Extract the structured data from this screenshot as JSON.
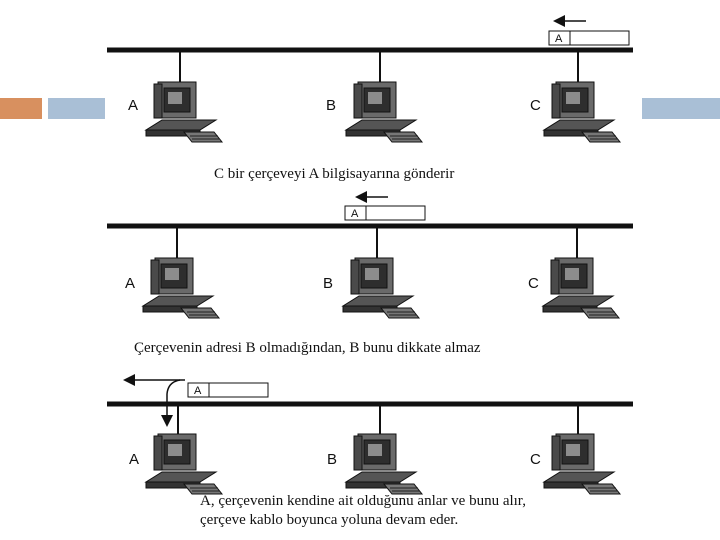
{
  "colors": {
    "accent_orange": "#d8905f",
    "accent_blue": "#a9bfd6",
    "cable": "#111111"
  },
  "icons": {
    "computer": "computer-icon",
    "arrow": "arrow-left-icon"
  },
  "panels": [
    {
      "computers": [
        "A",
        "B",
        "C"
      ],
      "frame_address": "A",
      "caption": "C bir çerçeveyi A bilgisayarına gönderir"
    },
    {
      "computers": [
        "A",
        "B",
        "C"
      ],
      "frame_address": "A",
      "caption": "Çerçevenin adresi B olmadığından, B bunu dikkate almaz"
    },
    {
      "computers": [
        "A",
        "B",
        "C"
      ],
      "frame_address": "A",
      "caption_lines": [
        "A, çerçevenin kendine ait olduğunu anlar ve bunu alır,",
        "çerçeve kablo boyunca yoluna devam eder."
      ]
    }
  ]
}
